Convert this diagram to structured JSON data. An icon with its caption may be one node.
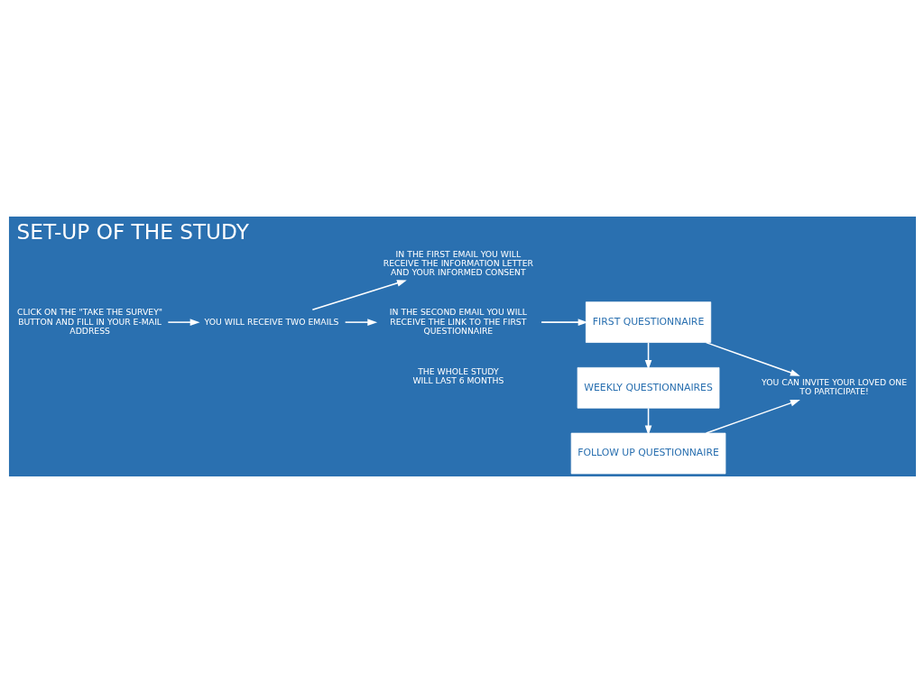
{
  "diagram": {
    "title": "SET-UP OF THE STUDY",
    "nodes": [
      {
        "text": [
          "CLICK ON THE \"TAKE THE SURVEY\" BUTTON AND FILL IN YOUR E-MAIL ADDRESS"
        ]
      },
      {
        "text": [
          "YOU WILL RECEIVE TWO EMAILS"
        ]
      },
      {
        "text": [
          "IN THE FIRST EMAIL YOU WILL RECEIVE THE INFORMATION LETTER AND YOUR INFORMED CONSENT"
        ]
      },
      {
        "text": [
          "IN THE SECOND EMAIL YOU WILL RECEIVE THE LINK TO THE FIRST QUESTIONNAIRE"
        ]
      },
      {
        "text": [
          "FIRST QUESTIONNAIRE"
        ]
      },
      {
        "text": [
          "WEEKLY QUESTIONNAIRES"
        ]
      },
      {
        "text": [
          "FOLLOW UP QUESTIONNAIRE"
        ]
      },
      {
        "text": [
          "YOU CAN INVITE YOUR LOVED ONE TO PARTICIPATE!"
        ]
      }
    ],
    "edges": [
      {
        "from": 0,
        "to": 1,
        "arrow": "to"
      },
      {
        "from": 1,
        "to": 2,
        "arrow": "to"
      },
      {
        "from": 1,
        "to": 3,
        "arrow": "to"
      },
      {
        "from": 3,
        "to": 4,
        "arrow": "to"
      },
      {
        "from": 4,
        "to": 5,
        "arrow": "to"
      },
      {
        "from": 5,
        "to": 6,
        "arrow": "to"
      },
      {
        "from": 4,
        "to": 7,
        "arrow": "to"
      },
      {
        "from": 6,
        "to": 7,
        "arrow": "to"
      }
    ],
    "labels": [
      "THE WHOLE STUDY WILL LAST 6 MONTHS"
    ]
  }
}
